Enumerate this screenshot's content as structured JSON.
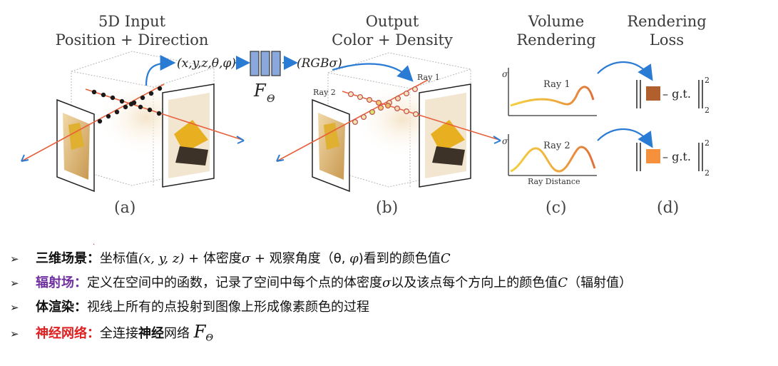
{
  "headings": {
    "a_line1": "5D Input",
    "a_line2": "Position + Direction",
    "b_line1": "Output",
    "b_line2": "Color + Density",
    "c_line1": "Volume",
    "c_line2": "Rendering",
    "d_line1": "Rendering",
    "d_line2": "Loss"
  },
  "labels": {
    "input_tuple": "(x,y,z,θ,φ)",
    "output_tuple": "(RGBσ)",
    "network": "F",
    "network_sub": "Θ",
    "ray1": "Ray 1",
    "ray2": "Ray 2",
    "ray_distance": "Ray Distance",
    "sigma": "σ",
    "gt": "– g.t.",
    "norm_sup": "2",
    "norm_sub": "2",
    "panel_a": "(a)",
    "panel_b": "(b)",
    "panel_c": "(c)",
    "panel_d": "(d)"
  },
  "colors": {
    "ray_line": "#e8603c",
    "sample_dark": "#222222",
    "network_blue": "#7f9fd6",
    "arrow_blue": "#2a7bd4",
    "patch1": "#b25f2e",
    "patch2": "#f5913c",
    "purple_key": "#7030a0",
    "red_key": "#e02020"
  },
  "bullets": [
    {
      "mark": "➢",
      "key": "三维场景：",
      "text": "坐标值",
      "math1": "(x, y, z)",
      "text2": " + 体密度",
      "math2": "σ",
      "text3": " + 观察角度（θ, ",
      "math3": "φ",
      "text4": ")看到的颜色值",
      "math4": "C"
    },
    {
      "mark": "➢",
      "key": "辐射场：",
      "text": "定义在空间中的函数，记录了空间中每个点的体密度",
      "math1": "σ",
      "text2": "以及该点每个方向上的颜色值",
      "math2": "C",
      "text3": "（辐射值）"
    },
    {
      "mark": "➢",
      "key": "体渲染：",
      "text": "视线上所有的点投射到图像上形成像素颜色的过程"
    },
    {
      "mark": "➢",
      "key": "神经网络：",
      "text": "全连接",
      "bold": "神经",
      "text2": "网络 ",
      "math1": "F",
      "math_sub": "Θ"
    }
  ]
}
